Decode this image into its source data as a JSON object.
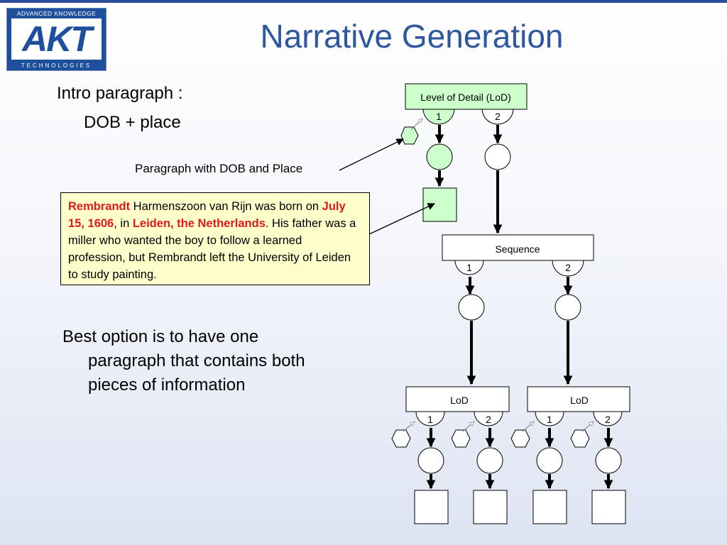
{
  "title": "Narrative Generation",
  "logo": {
    "top_text": "ADVANCED KNOWLEDGE",
    "mark": "AKT",
    "bottom_text": "TECHNOLOGIES"
  },
  "intro": {
    "heading": "Intro paragraph :",
    "sub": "DOB + place"
  },
  "paragraph_label": "Paragraph with DOB and Place",
  "quote": {
    "name": "Rembrandt",
    "t1": " Harmenszoon van Rijn was born on ",
    "date": "July 15, 1606",
    "t2": ", in ",
    "place": "Leiden, the Netherlands",
    "t3": ". His father was a miller who wanted the boy to follow a learned profession, but Rembrandt left the University of Leiden to study painting."
  },
  "best_option": {
    "line1": "Best option is to have one",
    "line2": "paragraph that contains both",
    "line3": "pieces of information"
  },
  "diagram": {
    "lod_top": {
      "label": "Level of Detail (LoD)",
      "port1": "1",
      "port2": "2"
    },
    "sequence": {
      "label": "Sequence",
      "port1": "1",
      "port2": "2"
    },
    "lod_left": {
      "label": "LoD",
      "port1": "1",
      "port2": "2"
    },
    "lod_right": {
      "label": "LoD",
      "port1": "1",
      "port2": "2"
    }
  },
  "colors": {
    "title": "#2f57a0",
    "highlight": "#e0191e",
    "quote_bg": "#ffffcc",
    "active_green": "#ccffcc",
    "logo_blue": "#1d4f9c"
  }
}
